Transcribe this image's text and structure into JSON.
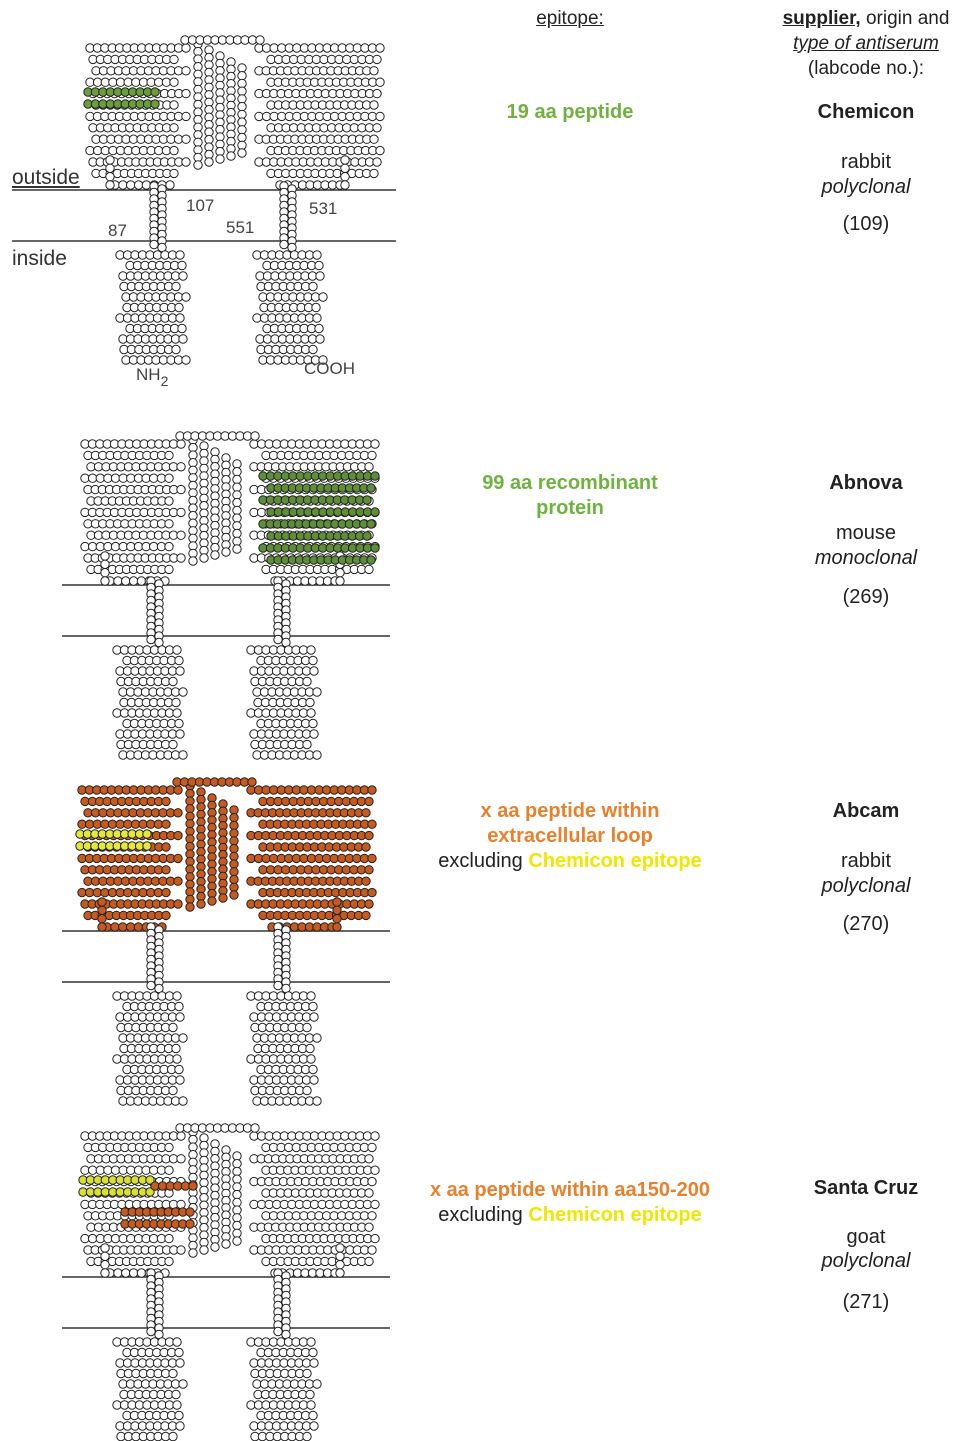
{
  "headers": {
    "epitope": "epitope:",
    "supplier_bold": "supplier,",
    "supplier_rest": " origin and",
    "antiserum_type": "type of antiserum",
    "labcode": "(labcode no.):"
  },
  "diagram_labels": {
    "outside": "outside",
    "inside": "inside",
    "res_87": "87",
    "res_107": "107",
    "res_551": "551",
    "res_531": "531",
    "nh2": "NH",
    "nh2_sub": "2",
    "cooh": "COOH"
  },
  "rows": [
    {
      "epitope_line1": "19 aa peptide",
      "supplier": "Chemicon",
      "origin": "rabbit",
      "type": "polyclonal",
      "labcode": "(109)",
      "loop_color": "#ffffff",
      "highlight_color": "#6a9e3d"
    },
    {
      "epitope_line1": "99 aa recombinant",
      "epitope_line2": "protein",
      "supplier": "Abnova",
      "origin": "mouse",
      "type": "monoclonal",
      "labcode": "(269)",
      "loop_color": "#ffffff",
      "highlight_color": "#5e8f38"
    },
    {
      "epitope_line1": "x aa peptide within",
      "epitope_line2": "extracellular loop",
      "exclude_prefix": "excluding ",
      "exclude_highlight": "Chemicon epitope",
      "supplier": "Abcam",
      "origin": "rabbit",
      "type": "polyclonal",
      "labcode": "(270)",
      "loop_color": "#c75a1e",
      "highlight_color": "#e3e83a"
    },
    {
      "epitope_line1": "x aa peptide within aa150-200",
      "exclude_prefix": "excluding ",
      "exclude_highlight": "Chemicon epitope",
      "supplier": "Santa Cruz",
      "origin": "goat",
      "type": "polyclonal",
      "labcode": "(271)",
      "loop_color": "#ffffff",
      "highlight_color": "#d9e02e",
      "highlight2_color": "#c75a1e"
    }
  ]
}
